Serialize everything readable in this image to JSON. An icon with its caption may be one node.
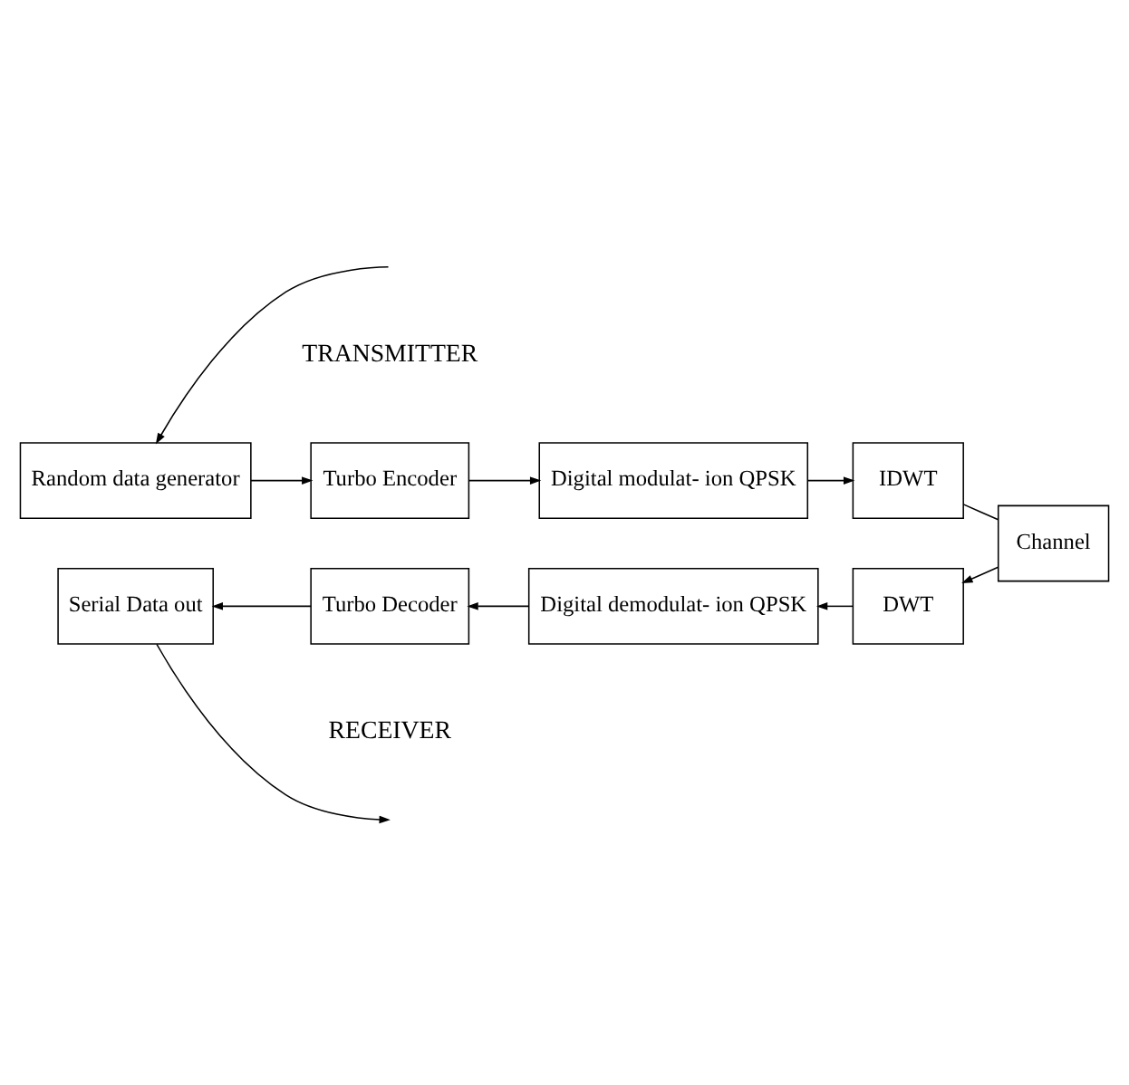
{
  "diagram": {
    "nodes": [
      {
        "text": [
          "Random data generator"
        ]
      },
      {
        "text": [
          "Turbo Encoder"
        ]
      },
      {
        "text": [
          "Digital modulat- ion QPSK"
        ]
      },
      {
        "text": [
          "IDWT"
        ]
      },
      {
        "text": [
          "Channel"
        ]
      },
      {
        "text": [
          "DWT"
        ]
      },
      {
        "text": [
          "Digital demodulat- ion QPSK"
        ]
      },
      {
        "text": [
          "Turbo Decoder"
        ]
      },
      {
        "text": [
          "Serial Data out"
        ]
      }
    ],
    "edges": [
      {
        "from": null,
        "to": 0,
        "arrow": "to"
      },
      {
        "from": 0,
        "to": 1,
        "arrow": "to"
      },
      {
        "from": 1,
        "to": 2,
        "arrow": "to"
      },
      {
        "from": 2,
        "to": 3,
        "arrow": "to"
      },
      {
        "from": 3,
        "to": 4,
        "arrow": "none"
      },
      {
        "from": 4,
        "to": 5,
        "arrow": "to"
      },
      {
        "from": 5,
        "to": 6,
        "arrow": "to"
      },
      {
        "from": 6,
        "to": 7,
        "arrow": "to"
      },
      {
        "from": 7,
        "to": 8,
        "arrow": "to"
      },
      {
        "from": 8,
        "to": null,
        "arrow": "to"
      }
    ],
    "labels": [
      "TRANSMITTER",
      "RECEIVER"
    ]
  }
}
